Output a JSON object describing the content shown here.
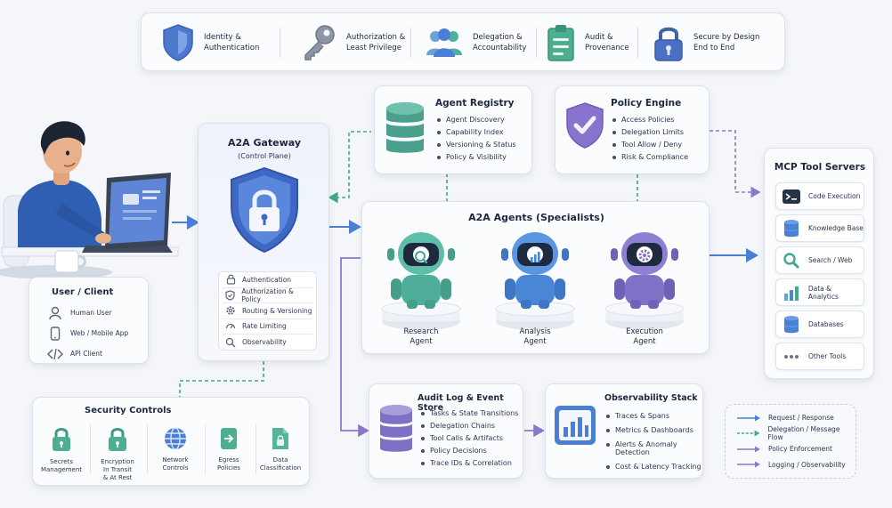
{
  "banner": {
    "items": [
      {
        "line1": "Identity &",
        "line2": "Authentication",
        "icon": "shield-icon"
      },
      {
        "line1": "Authorization &",
        "line2": "Least Privilege",
        "icon": "key-icon"
      },
      {
        "line1": "Delegation &",
        "line2": "Accountability",
        "icon": "people-icon"
      },
      {
        "line1": "Audit &",
        "line2": "Provenance",
        "icon": "clipboard-icon"
      },
      {
        "line1": "Secure by Design",
        "line2": "End to End",
        "icon": "lock-icon"
      }
    ]
  },
  "user_client": {
    "title": "User / Client",
    "items": [
      {
        "label": "Human User",
        "icon": "user-icon"
      },
      {
        "label": "Web / Mobile App",
        "icon": "mobile-icon"
      },
      {
        "label": "API Client",
        "icon": "code-icon"
      }
    ]
  },
  "gateway": {
    "title": "A2A Gateway",
    "subtitle": "(Control Plane)",
    "items": [
      {
        "label": "Authentication",
        "icon": "lock-icon"
      },
      {
        "label": "Authorization & Policy",
        "icon": "shield-check-icon"
      },
      {
        "label": "Routing & Versioning",
        "icon": "gear-icon"
      },
      {
        "label": "Rate Limiting",
        "icon": "gauge-icon"
      },
      {
        "label": "Observability",
        "icon": "magnifier-icon"
      }
    ]
  },
  "registry": {
    "title": "Agent Registry",
    "items": [
      "Agent Discovery",
      "Capability Index",
      "Versioning & Status",
      "Policy & Visibility"
    ]
  },
  "policy": {
    "title": "Policy Engine",
    "items": [
      "Access Policies",
      "Delegation Limits",
      "Tool Allow / Deny",
      "Risk & Compliance"
    ]
  },
  "agents": {
    "title": "A2A Agents (Specialists)",
    "list": [
      {
        "line1": "Research",
        "line2": "Agent",
        "icon": "search-icon",
        "color": "#4fae9a"
      },
      {
        "line1": "Analysis",
        "line2": "Agent",
        "icon": "bar-chart-icon",
        "color": "#4a86d6"
      },
      {
        "line1": "Execution",
        "line2": "Agent",
        "icon": "gear-icon",
        "color": "#7f72c7"
      }
    ]
  },
  "mcp": {
    "title": "MCP Tool Servers",
    "items": [
      {
        "label": "Code Execution",
        "icon": "terminal-icon"
      },
      {
        "label": "Knowledge Base",
        "icon": "database-icon"
      },
      {
        "label": "Search / Web",
        "icon": "search-icon"
      },
      {
        "label": "Data & Analytics",
        "icon": "bar-chart-icon"
      },
      {
        "label": "Databases",
        "icon": "database-icon"
      },
      {
        "label": "Other Tools",
        "icon": "dots-icon"
      }
    ]
  },
  "security": {
    "title": "Security Controls",
    "items": [
      {
        "line1": "Secrets",
        "line2": "Management",
        "line3": "",
        "icon": "lock-icon"
      },
      {
        "line1": "Encryption",
        "line2": "In Transit",
        "line3": "& At Rest",
        "icon": "lock-icon"
      },
      {
        "line1": "Network",
        "line2": "Controls",
        "line3": "",
        "icon": "globe-icon"
      },
      {
        "line1": "Egress",
        "line2": "Policies",
        "line3": "",
        "icon": "exit-icon"
      },
      {
        "line1": "Data",
        "line2": "Classification",
        "line3": "",
        "icon": "file-lock-icon"
      }
    ]
  },
  "audit": {
    "title": "Audit Log & Event Store",
    "items": [
      "Tasks & State Transitions",
      "Delegation Chains",
      "Tool Calls & Artifacts",
      "Policy Decisions",
      "Trace IDs & Correlation"
    ]
  },
  "observability": {
    "title": "Observability Stack",
    "items": [
      "Traces & Spans",
      "Metrics & Dashboards",
      "Alerts & Anomaly Detection",
      "Cost & Latency Tracking"
    ]
  },
  "legend": {
    "items": [
      {
        "label": "Request / Response",
        "style": "solid",
        "color": "#4a7fd4"
      },
      {
        "label": "Delegation / Message Flow",
        "style": "dashed",
        "color": "#3fa98f"
      },
      {
        "label": "Policy Enforcement",
        "style": "solid",
        "color": "#8b78c9"
      },
      {
        "label": "Logging / Observability",
        "style": "solid",
        "color": "#8b78c9"
      }
    ]
  },
  "colors": {
    "blue": "#4a7fd4",
    "teal": "#3fa98f",
    "purple": "#8b78c9"
  }
}
